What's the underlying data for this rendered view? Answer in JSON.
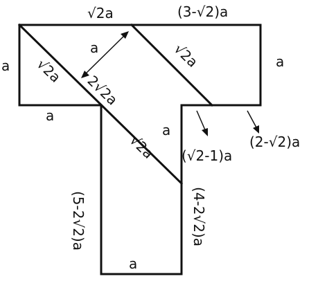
{
  "labels": {
    "top_left": "√2a",
    "top_right": "(3-√2)a",
    "left_side": "a",
    "right_side": "a",
    "dim_arrow": "a",
    "diag_upper_left": "√2a",
    "diag_upper_right": "√2a",
    "diag_mid": "2√2a",
    "bottom_left_top": "a",
    "stem_right_a": "a",
    "diag_lower": "√2a",
    "callout_mid": "(√2-1)a",
    "callout_right": "(2-√2)a",
    "stem_left": "(5-2√2)a",
    "stem_right": "(4-2√2)a",
    "stem_bottom": "a"
  }
}
